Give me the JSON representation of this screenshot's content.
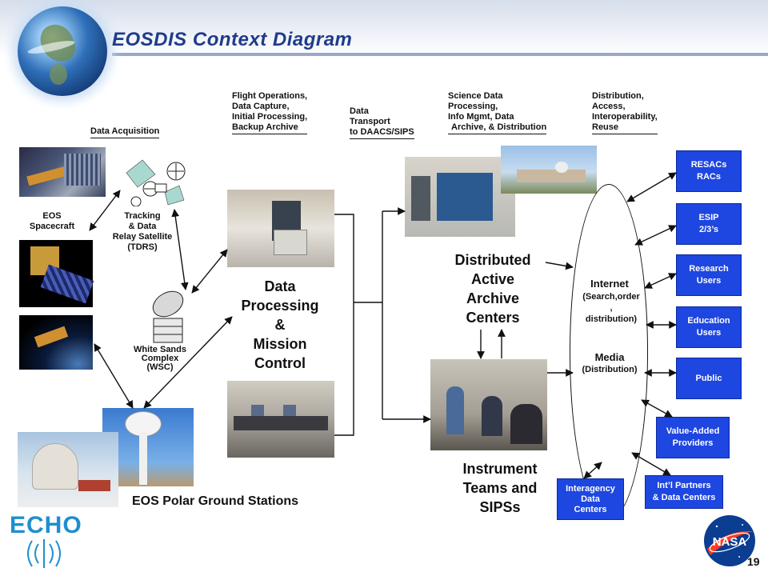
{
  "title": "EOSDIS Context Diagram",
  "stages": {
    "data_acquisition": "Data Acquisition",
    "flight_ops": [
      "Flight Operations,",
      "Data Capture,",
      "Initial Processing,",
      "Backup Archive"
    ],
    "data_transport": [
      "Data",
      "Transport",
      "to DAACS/SIPS"
    ],
    "science_data": [
      "Science Data",
      "Processing,",
      "Info Mgmt,  Data",
      "Archive, & Distribution"
    ],
    "distribution": [
      "Distribution,",
      "Access,",
      "Interoperability,",
      "Reuse"
    ]
  },
  "labels": {
    "eos_spacecraft": [
      "EOS",
      "Spacecraft"
    ],
    "tracking": [
      "Tracking",
      "& Data",
      "Relay Satellite",
      "(TDRS)"
    ],
    "white_sands": [
      "White Sands",
      "Complex",
      "(WSC)"
    ],
    "polar_ground": "EOS Polar Ground Stations",
    "dpmc": [
      "Data",
      "Processing",
      "&",
      "Mission",
      "Control"
    ],
    "daac": [
      "Distributed",
      "Active",
      "Archive",
      "Centers"
    ],
    "instrument": [
      "Instrument",
      "Teams and",
      "SIPSs"
    ],
    "internet": "Internet",
    "internet_sub": [
      "(Search,order",
      ",",
      "distribution)"
    ],
    "media": "Media",
    "media_sub": "(Distribution)"
  },
  "user_boxes": [
    {
      "id": "resacs",
      "lines": [
        "RESACs",
        "RACs"
      ]
    },
    {
      "id": "esip",
      "lines": [
        "ESIP",
        "2/3’s"
      ]
    },
    {
      "id": "research",
      "lines": [
        "Research",
        "Users"
      ]
    },
    {
      "id": "education",
      "lines": [
        "Education",
        "Users"
      ]
    },
    {
      "id": "public",
      "lines": [
        "Public"
      ]
    },
    {
      "id": "value_added",
      "lines": [
        "Value-Added",
        "Providers"
      ]
    },
    {
      "id": "intl",
      "lines": [
        "Int’l Partners",
        "& Data Centers"
      ]
    },
    {
      "id": "interagency",
      "lines": [
        "Interagency",
        "Data",
        "Centers"
      ]
    }
  ],
  "logo": {
    "echo_text": "ECHO",
    "nasa_text": "NASA"
  },
  "colors": {
    "title": "#1f3c8c",
    "box": "#1e46e0",
    "echo": "#1e8fd0",
    "nasa_blue": "#0b3d91",
    "nasa_red": "#fc3d21"
  },
  "page_number": "19"
}
